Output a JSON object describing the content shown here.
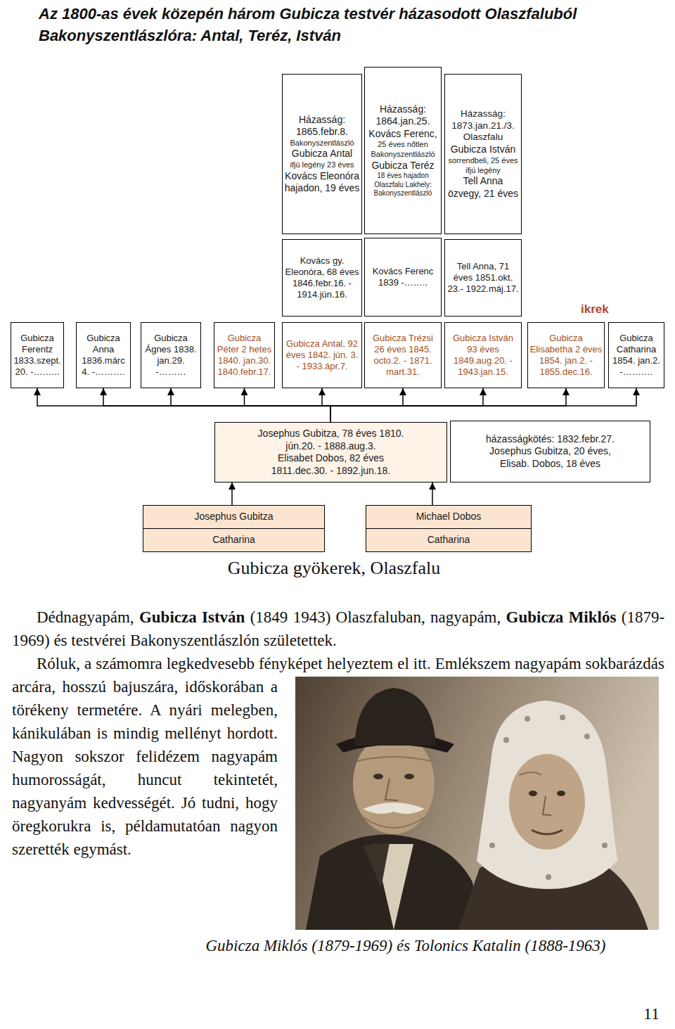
{
  "diagram": {
    "title": "Az 1800-as évek közepén három Gubicza testvér házasodott Olaszfaluból Bakonyszentlászlóra: Antal, Teréz, István",
    "caption": "Gubicza gyökerek, Olaszfalu",
    "nodes": [
      {
        "text": [
          "Házasság: 1865.febr.8.",
          "Bakonyszentlászló",
          "Gubicza Antal",
          "ifjú legény 23 éves",
          "Kovács Eleonóra hajadon, 19 éves"
        ]
      },
      {
        "text": [
          "Házasság: 1864.jan.25.",
          "Kovács Ferenc,",
          "25 éves nőtlen",
          "Bakonyszentlászló",
          "Gubicza Teréz",
          "18 éves hajadon Olaszfalu Lakhely: Bakonyszentlászló"
        ]
      },
      {
        "text": [
          "Házasság: 1873.jan.21./3. Olaszfalu",
          "Gubicza István",
          "sorrendbeli, 25 éves ifjú legény",
          "Tell Anna özvegy, 21 éves"
        ]
      },
      {
        "text": [
          "Kovács gy. Eleonóra, 68 éves 1846.febr.16. - 1914.jún.16."
        ]
      },
      {
        "text": [
          "Kovács Ferenc 1839 -…….."
        ]
      },
      {
        "text": [
          "Tell Anna, 71 éves 1851.okt. 23.- 1922.máj.17."
        ]
      },
      {
        "text": [
          "Gubicza Ferentz 1833.szept. 20. -……..."
        ]
      },
      {
        "text": [
          "Gubicza Anna 1836.márc 4. -………."
        ]
      },
      {
        "text": [
          "Gubicza Ágnes 1838. jan.29. -………"
        ]
      },
      {
        "text": [
          "Gubicza Péter 2 hetes 1840. jan.30. 1840.febr.17."
        ]
      },
      {
        "text": [
          "Gubicza Antal, 92 éves 1842. jún. 3. - 1933.ápr.7."
        ]
      },
      {
        "text": [
          "Gubicza Trézsi 26 éves 1845. octo.2. - 1871. mart.31."
        ]
      },
      {
        "text": [
          "Gubicza István 93 éves 1849.aug.20. - 1943.jan.15."
        ]
      },
      {
        "text": [
          "Gubicza Elisabetha 2 éves 1854. jan.2. - 1855.dec.16."
        ]
      },
      {
        "text": [
          "Gubicza Catharina 1854. jan.2. -………."
        ]
      },
      {
        "text": [
          "Josephus Gubitza, 78 éves 1810. jún.20. - 1888.aug.3.",
          "Elisabet Dobos, 82 éves 1811.dec.30. - 1892.jun.18."
        ]
      },
      {
        "text": [
          "házasságkötés: 1832.febr.27. Josephus Gubitza, 20 éves, Elisab. Dobos, 18 éves"
        ]
      },
      {
        "text": [
          "Josephus Gubitza",
          "Catharina"
        ]
      },
      {
        "text": [
          "Michael Dobos",
          "Catharina"
        ]
      }
    ],
    "edges": [
      {
        "from": 15,
        "to": 6,
        "arrow": "to"
      },
      {
        "from": 15,
        "to": 7,
        "arrow": "to"
      },
      {
        "from": 15,
        "to": 8,
        "arrow": "to"
      },
      {
        "from": 15,
        "to": 9,
        "arrow": "to"
      },
      {
        "from": 15,
        "to": 10,
        "arrow": "to"
      },
      {
        "from": 15,
        "to": 11,
        "arrow": "to"
      },
      {
        "from": 15,
        "to": 12,
        "arrow": "to"
      },
      {
        "from": 15,
        "to": 13,
        "arrow": "to"
      },
      {
        "from": 15,
        "to": 14,
        "arrow": "to"
      },
      {
        "from": 17,
        "to": 15,
        "arrow": "to"
      },
      {
        "from": 18,
        "to": 15,
        "arrow": "to"
      }
    ],
    "labels": [
      "ikrek",
      "Dédnagyapám,",
      "Gubicza István",
      "(1849 1943) Olaszfaluban, nagyapám,",
      "Gubicza Miklós",
      "(1879-1969) és testvérei Bakonyszentlászlón születettek.",
      "Róluk, a számomra legkedvesebb fényképet helyeztem el itt. Emlékszem nagyapám sokbarázdás arcára, hosszú bajuszára, időskorában a törékeny termetére. A nyári melegben, kánikulában is mindig mellényt hordott. Nagyon sokszor felidézem nagyapám humorosságát, huncut tekintetét, nagyanyám kedvességét. Jó tudni, hogy öregkorukra is, példamutatóan nagyon szerették egymást.",
      "Gubicza Miklós (1879-1969) és Tolonics Katalin (1888-1963)",
      "11"
    ]
  }
}
